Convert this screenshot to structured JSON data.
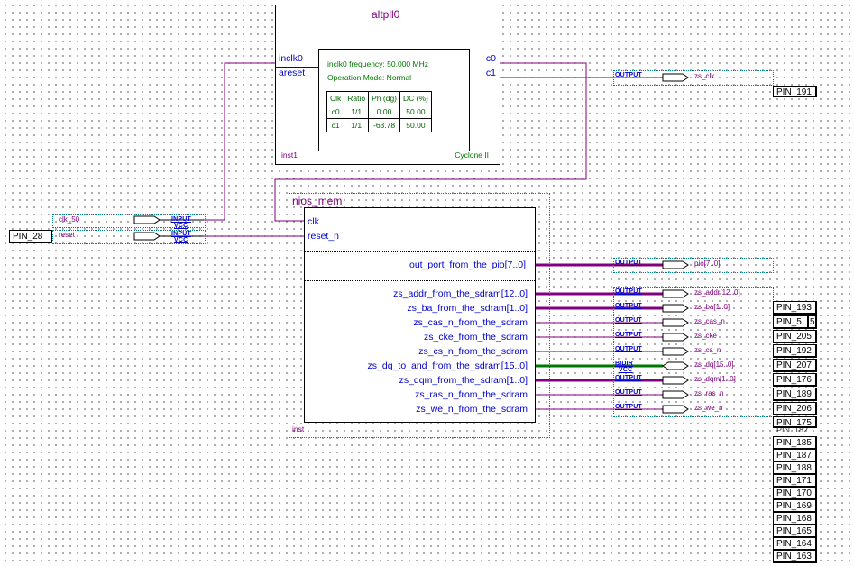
{
  "pll": {
    "title": "altpll0",
    "ports_in": [
      "inclk0",
      "areset"
    ],
    "ports_out": [
      "c0",
      "c1"
    ],
    "inst": "inst1",
    "device": "Cyclone II",
    "freq_line": "inclk0 frequency: 50.000 MHz",
    "mode_line": "Operation Mode: Normal",
    "table_header": [
      "Clk",
      "Ratio",
      "Ph (dg)",
      "DC (%)"
    ],
    "table_rows": [
      [
        "c0",
        "1/1",
        "0.00",
        "50.00"
      ],
      [
        "c1",
        "1/1",
        "-63.78",
        "50.00"
      ]
    ]
  },
  "nios": {
    "title": "nios_mem",
    "inst": "inst",
    "in_ports": [
      "clk",
      "reset_n"
    ],
    "out_ports": [
      "out_port_from_the_pio[7..0]",
      "zs_addr_from_the_sdram[12..0]",
      "zs_ba_from_the_sdram[1..0]",
      "zs_cas_n_from_the_sdram",
      "zs_cke_from_the_sdram",
      "zs_cs_n_from_the_sdram",
      "zs_dq_to_and_from_the_sdram[15..0]",
      "zs_dqm_from_the_sdram[1..0]",
      "zs_ras_n_from_the_sdram",
      "zs_we_n_from_the_sdram"
    ]
  },
  "inputs": [
    {
      "name": "clk_50",
      "kind": "INPUT",
      "sub": "VCC"
    },
    {
      "name": "reset",
      "kind": "INPUT",
      "sub": "VCC"
    }
  ],
  "outputs": [
    {
      "name": "zs_clk",
      "kind": "OUTPUT"
    },
    {
      "name": "pio[7..0]",
      "kind": "OUTPUT"
    },
    {
      "name": "zs_addr[12..0]",
      "kind": "OUTPUT"
    },
    {
      "name": "zs_ba[1..0]",
      "kind": "OUTPUT"
    },
    {
      "name": "zs_cas_n",
      "kind": "OUTPUT"
    },
    {
      "name": "zs_cke",
      "kind": "OUTPUT"
    },
    {
      "name": "zs_cs_n",
      "kind": "OUTPUT"
    },
    {
      "name": "zs_dq[15..0]",
      "kind": "BIDIR",
      "sub": "VCC"
    },
    {
      "name": "zs_dqm[1..0]",
      "kind": "OUTPUT"
    },
    {
      "name": "zs_ras_n",
      "kind": "OUTPUT"
    },
    {
      "name": "zs_we_n",
      "kind": "OUTPUT"
    }
  ],
  "pins": {
    "left": "PIN_28",
    "zs_clk": "PIN_191",
    "stack": [
      "PIN_193",
      "PIN_5",
      "PIN_205",
      "PIN_192",
      "PIN_207",
      "PIN_176",
      "PIN_189",
      "PIN_206",
      "PIN_175",
      "PIN_185",
      "PIN_187",
      "PIN_188",
      "PIN_171",
      "PIN_170",
      "PIN_169",
      "PIN_168",
      "PIN_165",
      "PIN_164",
      "PIN_163"
    ],
    "pin5_suffix": "5",
    "partial_text": "PIN_182"
  },
  "colors": {
    "wire": "#800080",
    "bus": "#800080",
    "bidir_bus": "#007700",
    "port_text": "#0000cc",
    "grid_dot": "#6b6b6b"
  }
}
